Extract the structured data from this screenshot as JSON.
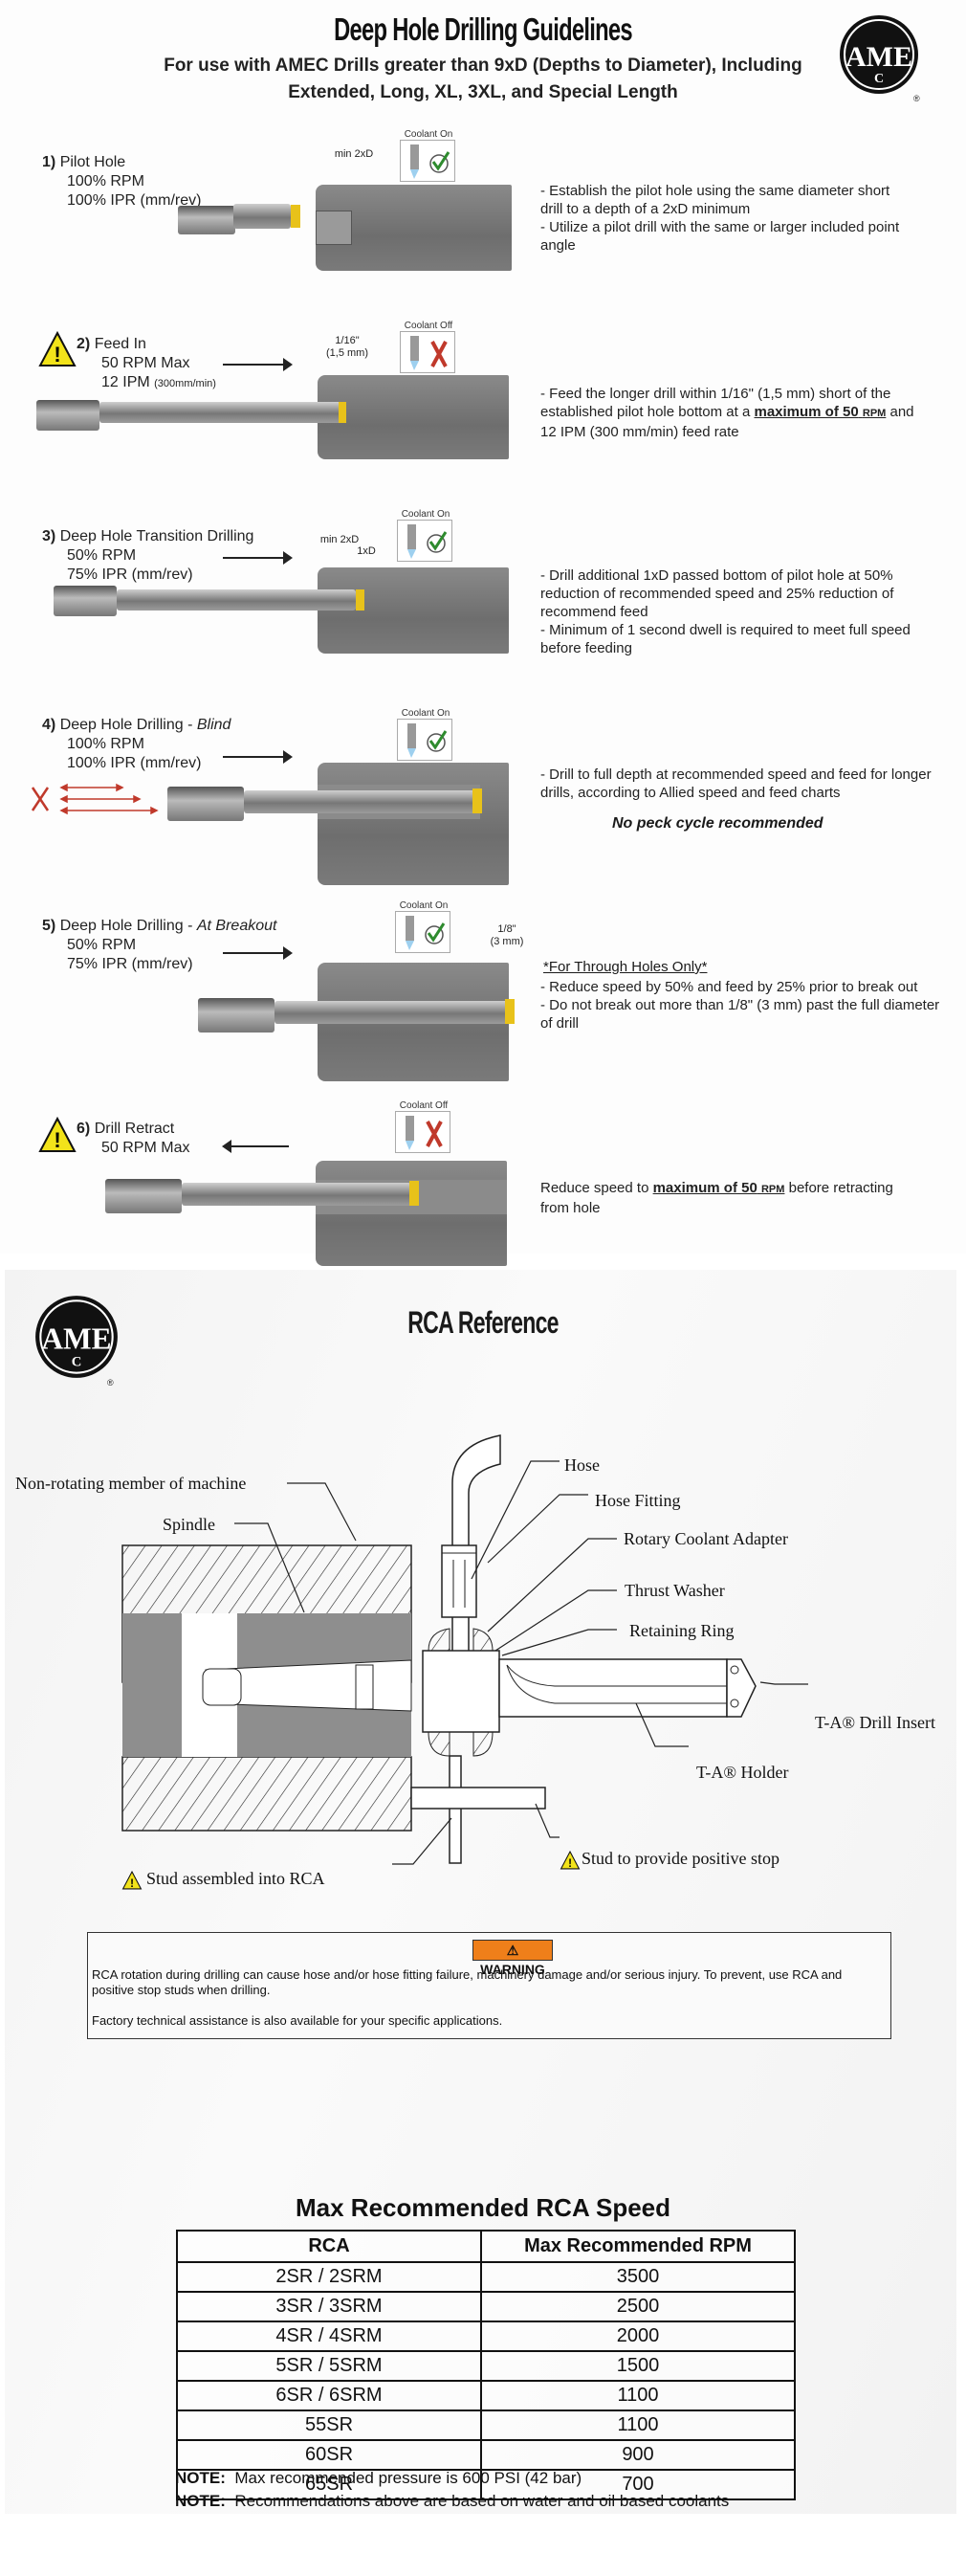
{
  "guidelines": {
    "title": "Deep Hole Drilling Guidelines",
    "subtitle_line1": "For use with AMEC Drills greater than 9xD (Depths to Diameter), Including",
    "subtitle_line2": "Extended, Long, XL, 3XL, and Special Length",
    "logo_text": "AMEC",
    "registered": "®",
    "steps": [
      {
        "number": "1)",
        "name": "Pilot Hole",
        "name_emphasis": "",
        "params": [
          "100% RPM",
          "100% IPR (mm/rev)"
        ],
        "warning": false,
        "coolant_label": "Coolant On",
        "coolant_state": "on",
        "dimension": "min 2xD",
        "dimension2": "",
        "bullets": [
          "- Establish the pilot hole using the same diameter short drill to a depth of a 2xD minimum",
          "- Utilize a pilot drill with the same or larger included point angle"
        ]
      },
      {
        "number": "2)",
        "name": "Feed In",
        "name_emphasis": "",
        "params": [
          "50 RPM Max",
          "12 IPM",
          "(300mm/min)"
        ],
        "warning": true,
        "coolant_label": "Coolant Off",
        "coolant_state": "off",
        "dimension": "1/16\"",
        "dimension2": "(1,5 mm)",
        "bullets": [
          "- Feed the longer drill within 1/16\" (1,5 mm) short of the established pilot hole bottom at a",
          "maximum of 50",
          "RPM",
          "and 12 IPM (300 mm/min) feed rate"
        ]
      },
      {
        "number": "3)",
        "name": "Deep Hole Transition Drilling",
        "name_emphasis": "",
        "params": [
          "50% RPM",
          "75% IPR (mm/rev)"
        ],
        "warning": false,
        "coolant_label": "Coolant On",
        "coolant_state": "on",
        "dimension": "min 2xD",
        "dimension2": "1xD",
        "bullets": [
          "- Drill additional 1xD passed bottom of pilot hole at 50% reduction of recommended speed and 25% reduction of recommend feed",
          "- Minimum of 1 second dwell is required to meet full speed before feeding"
        ]
      },
      {
        "number": "4)",
        "name": "Deep Hole Drilling - ",
        "name_emphasis": "Blind",
        "params": [
          "100% RPM",
          "100% IPR (mm/rev)"
        ],
        "warning": false,
        "coolant_label": "Coolant On",
        "coolant_state": "on",
        "dimension": "",
        "dimension2": "",
        "bullets": [
          "- Drill to full depth at recommended speed and feed for longer drills, according to Allied speed and feed charts"
        ],
        "emphasis_note": "No peck cycle recommended"
      },
      {
        "number": "5)",
        "name": "Deep Hole Drilling - ",
        "name_emphasis": "At Breakout",
        "params": [
          "50% RPM",
          "75% IPR (mm/rev)"
        ],
        "warning": false,
        "coolant_label": "Coolant On",
        "coolant_state": "on",
        "dimension": "1/8\"",
        "dimension2": "(3 mm)",
        "heading": "*For Through Holes Only*",
        "bullets": [
          "- Reduce speed by 50% and feed by 25% prior to break out",
          "- Do not break out more than 1/8\" (3 mm) past the full diameter of drill"
        ]
      },
      {
        "number": "6)",
        "name": "Drill Retract",
        "name_emphasis": "",
        "params": [
          "50 RPM Max"
        ],
        "warning": true,
        "coolant_label": "Coolant Off",
        "coolant_state": "off",
        "dimension": "",
        "dimension2": "",
        "bullets": [
          "Reduce speed to",
          "maximum of 50",
          "RPM",
          "before retracting from hole"
        ]
      }
    ]
  },
  "rca": {
    "title": "RCA Reference",
    "logo_text": "AMEC",
    "registered": "®",
    "diagram_labels": {
      "non_rotating": "Non-rotating member of machine",
      "spindle": "Spindle",
      "hose": "Hose",
      "hose_fitting": "Hose Fitting",
      "rotary_coolant_adapter": "Rotary Coolant Adapter",
      "thrust_washer": "Thrust Washer",
      "retaining_ring": "Retaining Ring",
      "drill_insert": "T-A® Drill Insert",
      "holder": "T-A® Holder",
      "stud_rca": "Stud assembled into RCA",
      "stud_stop": "Stud to provide positive stop"
    },
    "warning": {
      "badge": "WARNING",
      "text1": "RCA rotation during drilling can cause hose and/or hose fitting failure, machinery damage and/or serious injury.  To prevent, use RCA and positive stop studs when drilling.",
      "text2": "Factory technical assistance is also available for your specific applications."
    }
  },
  "speed_table": {
    "title": "Max Recommended RCA Speed",
    "headers": [
      "RCA",
      "Max Recommended RPM"
    ],
    "rows": [
      [
        "2SR / 2SRM",
        "3500"
      ],
      [
        "3SR / 3SRM",
        "2500"
      ],
      [
        "4SR / 4SRM",
        "2000"
      ],
      [
        "5SR / 5SRM",
        "1500"
      ],
      [
        "6SR / 6SRM",
        "1100"
      ],
      [
        "55SR",
        "1100"
      ],
      [
        "60SR",
        "900"
      ],
      [
        "65SR",
        "700"
      ]
    ],
    "notes": [
      {
        "label": "NOTE:",
        "text": "Max recommended pressure is 600 PSI (42 bar)"
      },
      {
        "label": "NOTE:",
        "text": "Recommendations above are based on water and oil based coolants"
      }
    ]
  },
  "colors": {
    "warning_orange": "#ef7f1a",
    "caution_yellow": "#f2e31a",
    "insert_yellow": "#e8c21a",
    "check_green": "#2e8b2e",
    "cross_red": "#c0392b",
    "workpiece_gray": "#7a7a7a"
  }
}
